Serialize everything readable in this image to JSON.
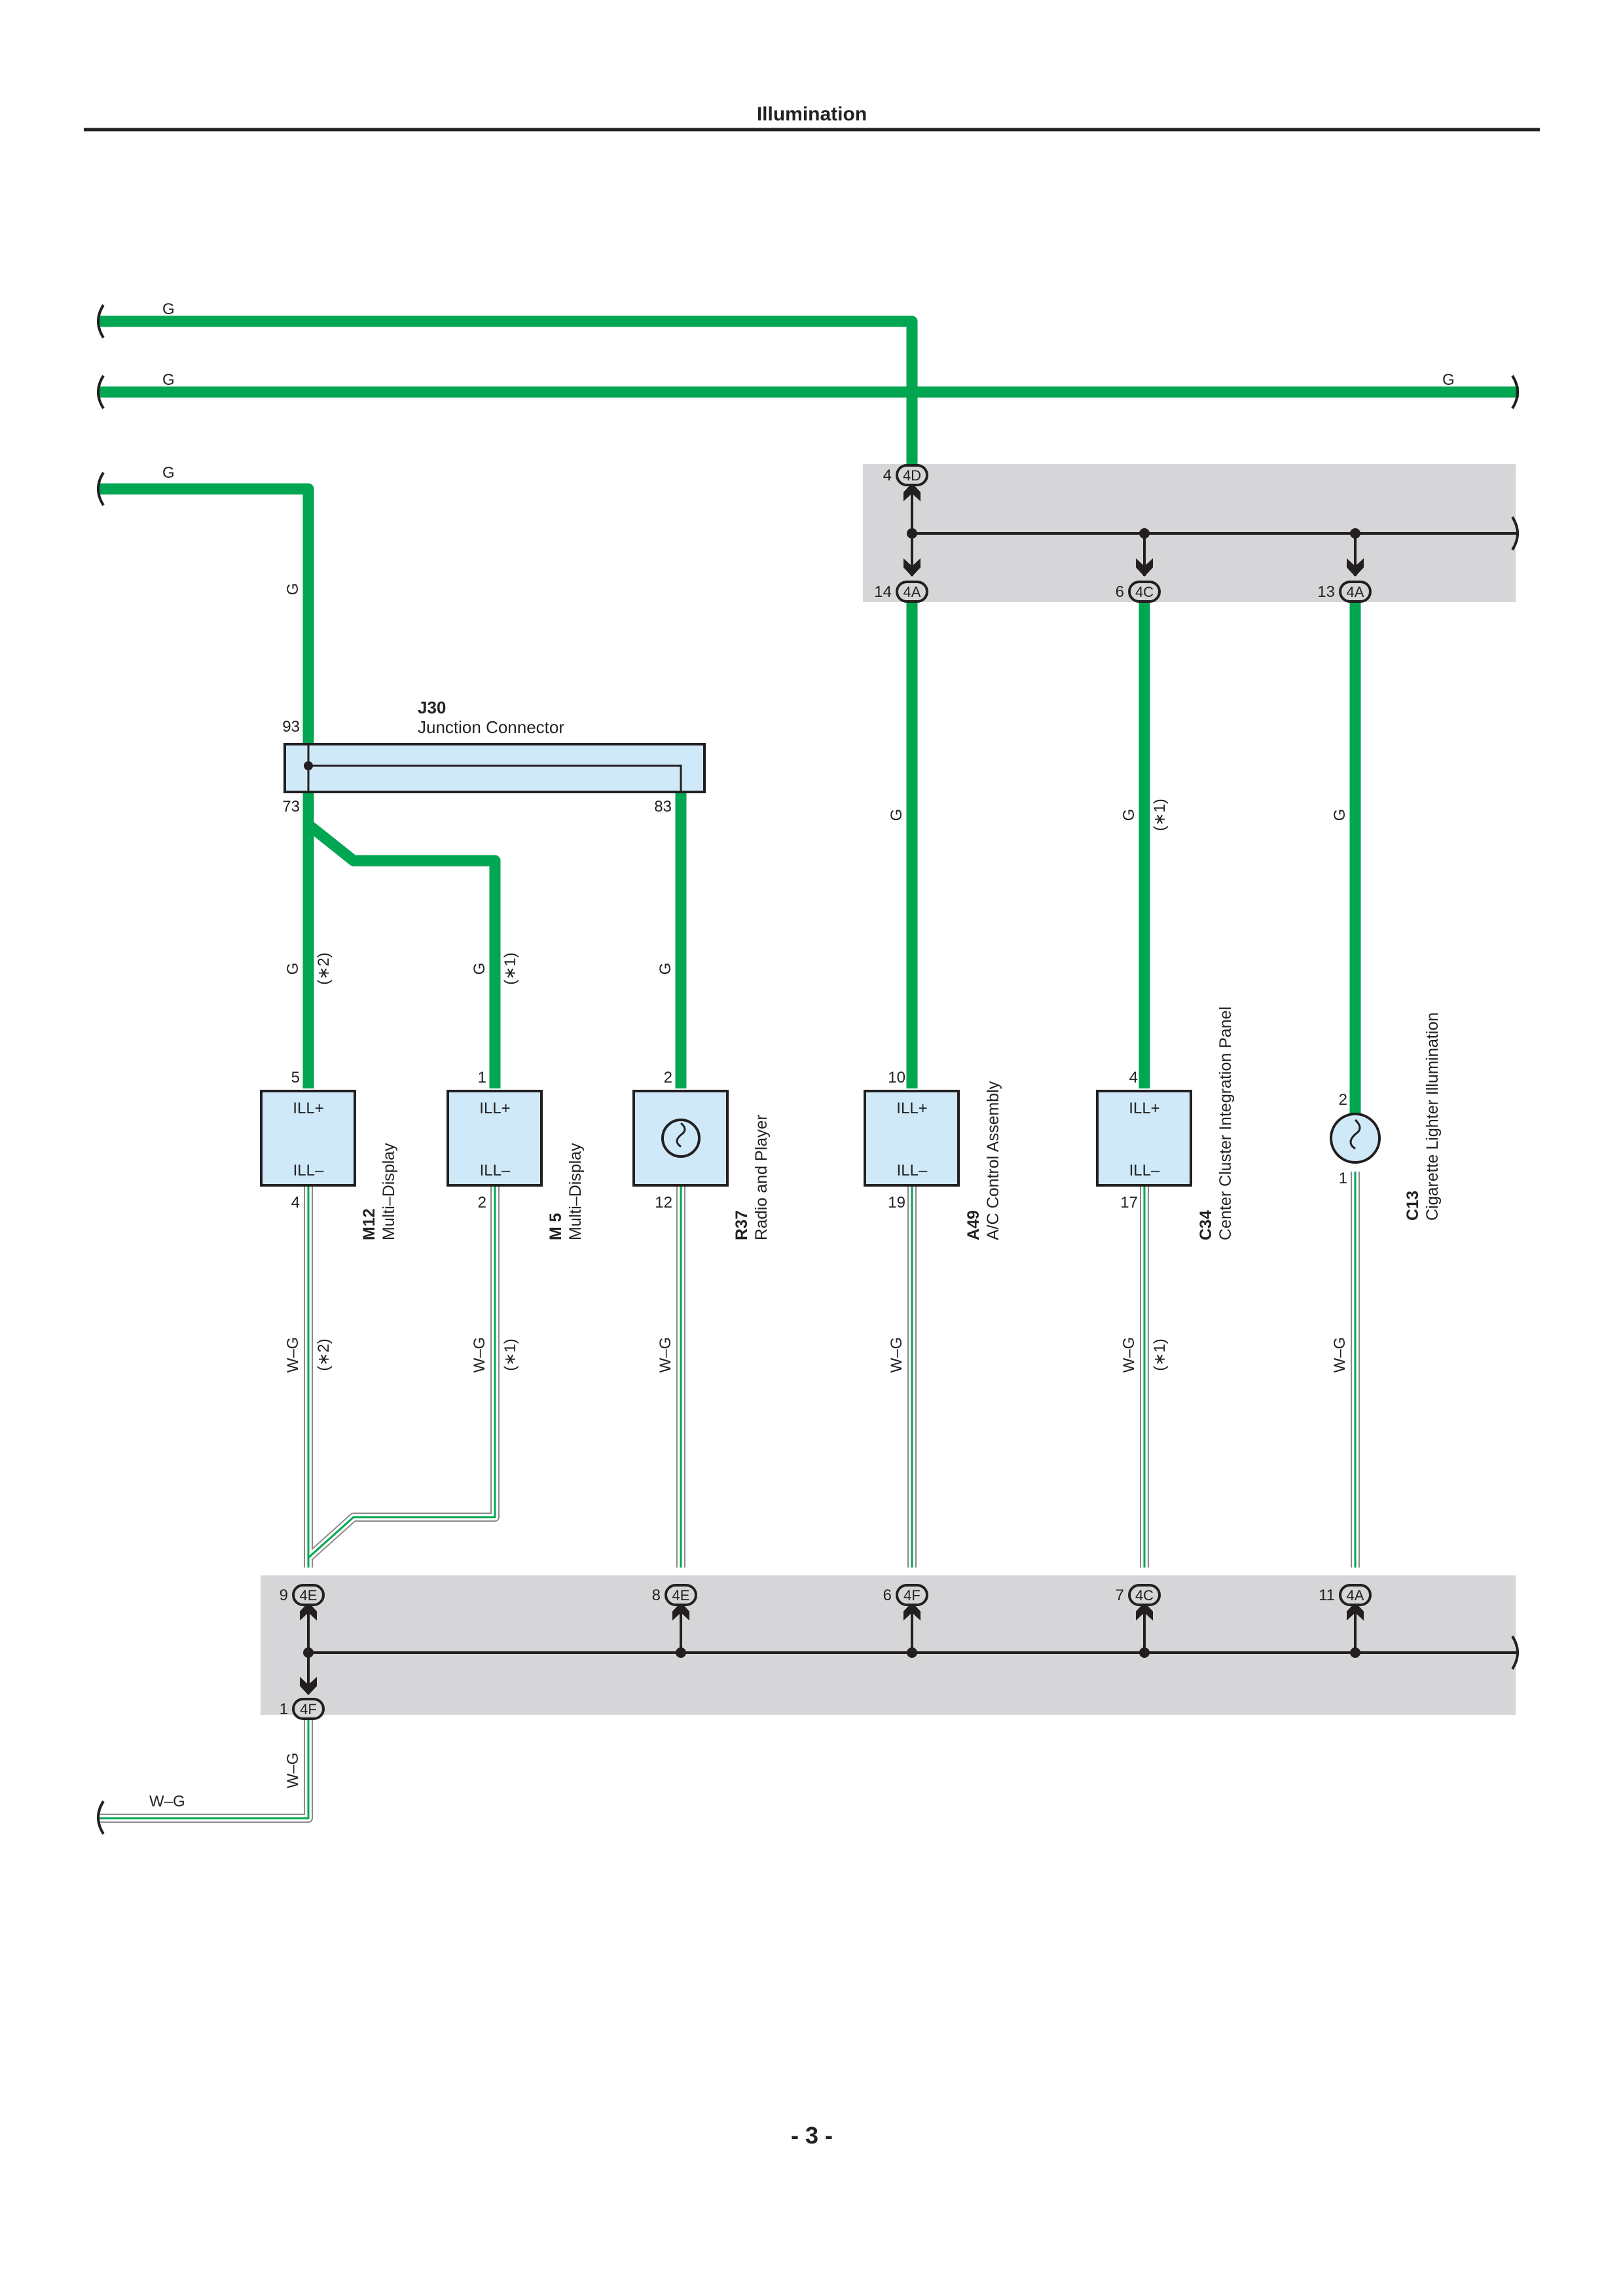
{
  "page": {
    "title": "Illumination",
    "page_number": "- 3 -"
  },
  "colors": {
    "green_wire": "#00a651",
    "wg_wire": "#00a651",
    "component_fill": "#cfe9f8",
    "junction_block": "#d6d6d8",
    "ink": "#231f20"
  },
  "wires": {
    "g": "G",
    "wg": "W–G",
    "note1": "(∗1)",
    "note2": "(∗2)"
  },
  "junction_connector": {
    "code": "J30",
    "name": "Junction Connector",
    "pin_in": "93",
    "pin_out_left": "73",
    "pin_out_right": "83"
  },
  "upper_junction": {
    "connectors": [
      {
        "pin": "4",
        "id": "4D"
      },
      {
        "pin": "14",
        "id": "4A"
      },
      {
        "pin": "6",
        "id": "4C"
      },
      {
        "pin": "13",
        "id": "4A"
      }
    ]
  },
  "lower_junction": {
    "connectors": [
      {
        "pin": "9",
        "id": "4E"
      },
      {
        "pin": "8",
        "id": "4E"
      },
      {
        "pin": "6",
        "id": "4F"
      },
      {
        "pin": "7",
        "id": "4C"
      },
      {
        "pin": "11",
        "id": "4A"
      },
      {
        "pin": "1",
        "id": "4F"
      }
    ]
  },
  "components": [
    {
      "code": "M12",
      "name": "Multi–Display",
      "pin_top": "5",
      "pin_bottom": "4",
      "label_plus": "ILL+",
      "label_minus": "ILL–"
    },
    {
      "code": "M 5",
      "name": "Multi–Display",
      "pin_top": "1",
      "pin_bottom": "2",
      "label_plus": "ILL+",
      "label_minus": "ILL–"
    },
    {
      "code": "R37",
      "name": "Radio and Player",
      "pin_top": "2",
      "pin_bottom": "12"
    },
    {
      "code": "A49",
      "name": "A/C Control Assembly",
      "pin_top": "10",
      "pin_bottom": "19",
      "label_plus": "ILL+",
      "label_minus": "ILL–"
    },
    {
      "code": "C34",
      "name": "Center Cluster Integration Panel",
      "pin_top": "4",
      "pin_bottom": "17",
      "label_plus": "ILL+",
      "label_minus": "ILL–"
    },
    {
      "code": "C13",
      "name": "Cigarette Lighter Illumination",
      "pin_top": "2",
      "pin_bottom": "1"
    }
  ]
}
